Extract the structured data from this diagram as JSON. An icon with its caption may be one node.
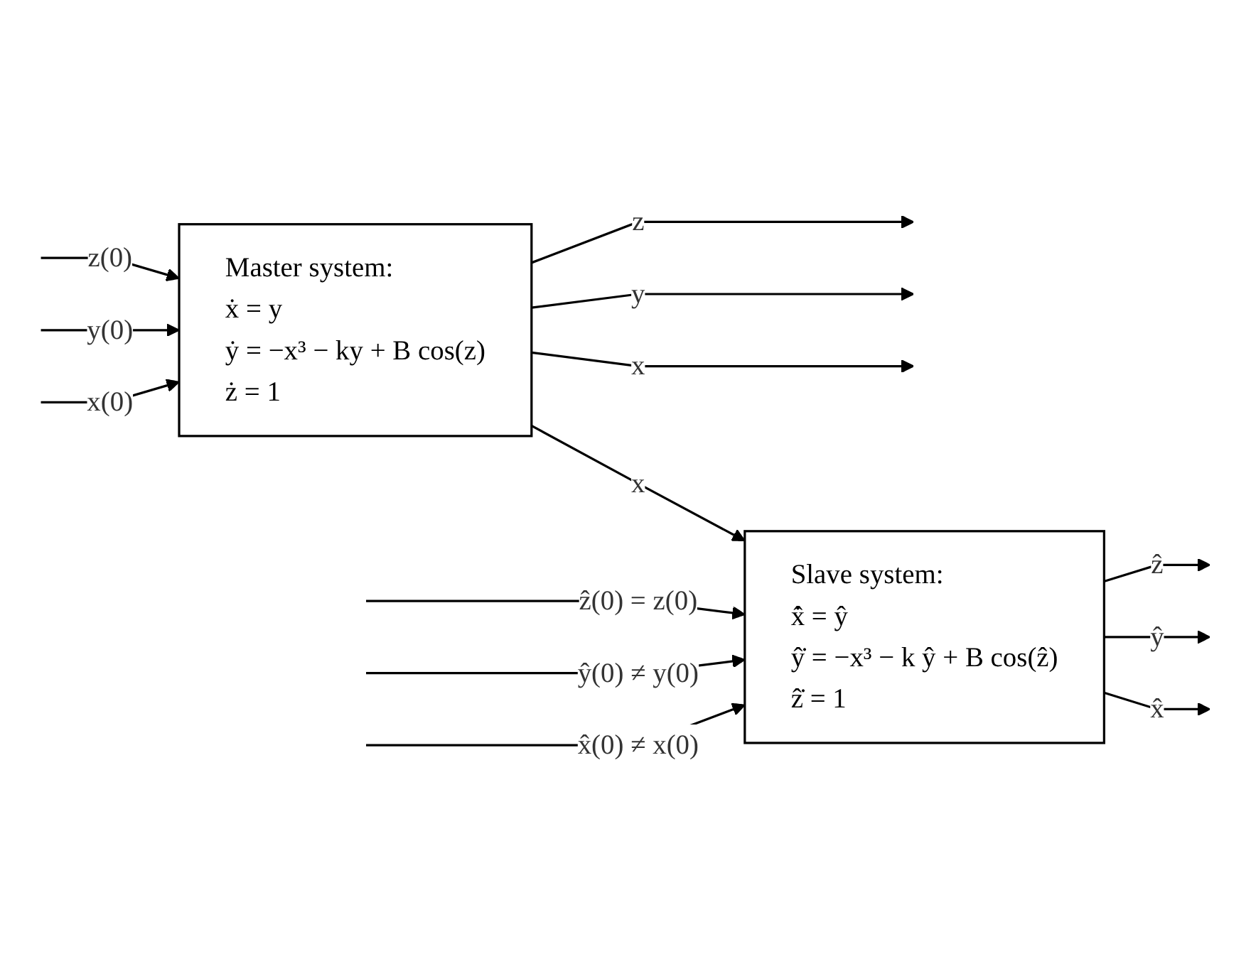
{
  "diagram": {
    "nodes": [
      {
        "text": [
          "Master system:",
          "ẋ = y",
          "ẏ = −x³ − ky + B cos(z)",
          "ż = 1"
        ]
      },
      {
        "text": [
          "Slave system:",
          "x̂̇ = ŷ",
          "ŷ̇ = −x³ − k ŷ + B cos(ẑ)",
          "ẑ̇ = 1"
        ]
      }
    ],
    "edges": [
      {
        "from": null,
        "to": 0,
        "arrow": "to",
        "label": "z(0)"
      },
      {
        "from": null,
        "to": 0,
        "arrow": "to",
        "label": "y(0)"
      },
      {
        "from": null,
        "to": 0,
        "arrow": "to",
        "label": "x(0)"
      },
      {
        "from": 0,
        "to": null,
        "arrow": "to",
        "label": "z"
      },
      {
        "from": 0,
        "to": null,
        "arrow": "to",
        "label": "y"
      },
      {
        "from": 0,
        "to": null,
        "arrow": "to",
        "label": "x"
      },
      {
        "from": 0,
        "to": 1,
        "arrow": "to",
        "label": "x"
      },
      {
        "from": null,
        "to": 1,
        "arrow": "to",
        "label": "ẑ(0) = z(0)"
      },
      {
        "from": null,
        "to": 1,
        "arrow": "to",
        "label": "ŷ(0) ≠ y(0)"
      },
      {
        "from": null,
        "to": 1,
        "arrow": "to",
        "label": "x̂(0) ≠ x(0)"
      },
      {
        "from": 1,
        "to": null,
        "arrow": "to",
        "label": "ẑ"
      },
      {
        "from": 1,
        "to": null,
        "arrow": "to",
        "label": "ŷ"
      },
      {
        "from": 1,
        "to": null,
        "arrow": "to",
        "label": "x̂"
      }
    ]
  }
}
